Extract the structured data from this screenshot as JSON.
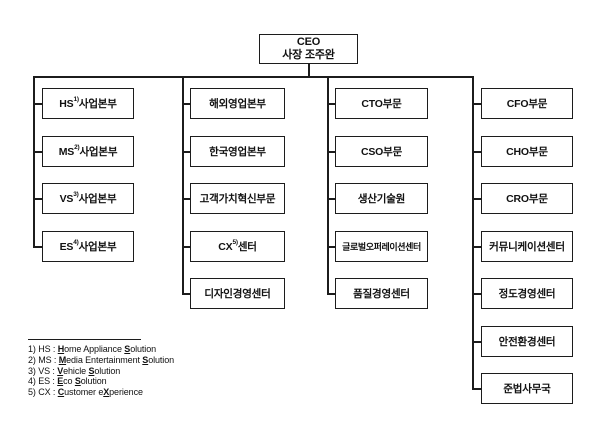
{
  "chart_title": {
    "role": "CEO",
    "name_line": "사장 조주완"
  },
  "org": {
    "columns": [
      {
        "boxes": [
          {
            "pre": "HS",
            "sup": "1)",
            "post": "사업본부"
          },
          {
            "pre": "MS",
            "sup": "2)",
            "post": "사업본부"
          },
          {
            "pre": "VS",
            "sup": "3)",
            "post": "사업본부"
          },
          {
            "pre": "ES",
            "sup": "4)",
            "post": "사업본부"
          }
        ]
      },
      {
        "boxes": [
          {
            "pre": "",
            "sup": "",
            "post": "해외영업본부"
          },
          {
            "pre": "",
            "sup": "",
            "post": "한국영업본부"
          },
          {
            "pre": "",
            "sup": "",
            "post": "고객가치혁신부문"
          },
          {
            "pre": "CX",
            "sup": "5)",
            "post": "센터"
          },
          {
            "pre": "",
            "sup": "",
            "post": "디자인경영센터"
          }
        ]
      },
      {
        "boxes": [
          {
            "pre": "",
            "sup": "",
            "post": "CTO부문"
          },
          {
            "pre": "",
            "sup": "",
            "post": "CSO부문"
          },
          {
            "pre": "",
            "sup": "",
            "post": "생산기술원"
          },
          {
            "pre": "",
            "sup": "",
            "post": "글로벌오퍼레이션센터"
          },
          {
            "pre": "",
            "sup": "",
            "post": "품질경영센터"
          }
        ]
      },
      {
        "boxes": [
          {
            "pre": "",
            "sup": "",
            "post": "CFO부문"
          },
          {
            "pre": "",
            "sup": "",
            "post": "CHO부문"
          },
          {
            "pre": "",
            "sup": "",
            "post": "CRO부문"
          },
          {
            "pre": "",
            "sup": "",
            "post": "커뮤니케이션센터"
          },
          {
            "pre": "",
            "sup": "",
            "post": "정도경영센터"
          },
          {
            "pre": "",
            "sup": "",
            "post": "안전환경센터"
          },
          {
            "pre": "",
            "sup": "",
            "post": "준법사무국"
          }
        ]
      }
    ]
  },
  "footnotes": [
    {
      "parts": [
        {
          "t": "1) HS : "
        },
        {
          "t": "H",
          "u": true
        },
        {
          "t": "ome Appliance "
        },
        {
          "t": "S",
          "u": true
        },
        {
          "t": "olution"
        }
      ]
    },
    {
      "parts": [
        {
          "t": "2) MS : "
        },
        {
          "t": "M",
          "u": true
        },
        {
          "t": "edia Entertainment "
        },
        {
          "t": "S",
          "u": true
        },
        {
          "t": "olution"
        }
      ]
    },
    {
      "parts": [
        {
          "t": "3) VS : "
        },
        {
          "t": "V",
          "u": true
        },
        {
          "t": "ehicle "
        },
        {
          "t": "S",
          "u": true
        },
        {
          "t": "olution"
        }
      ]
    },
    {
      "parts": [
        {
          "t": "4) ES : "
        },
        {
          "t": "E",
          "u": true
        },
        {
          "t": "co "
        },
        {
          "t": "S",
          "u": true
        },
        {
          "t": "olution"
        }
      ]
    },
    {
      "parts": [
        {
          "t": "5) CX : "
        },
        {
          "t": "C",
          "u": true
        },
        {
          "t": "ustomer e"
        },
        {
          "t": "X",
          "u": true
        },
        {
          "t": "perience"
        }
      ]
    }
  ],
  "colors": {
    "background": "#ffffff",
    "line": "#1c1c1c",
    "text": "#111111"
  }
}
